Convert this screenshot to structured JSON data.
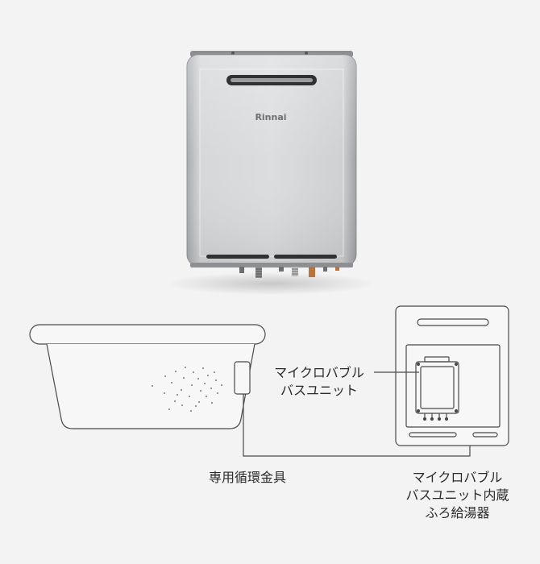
{
  "heater_photo": {
    "brand": "Rinnai"
  },
  "labels": {
    "microbubble_unit": [
      "マイクロバブル",
      "バスユニット"
    ],
    "circulation_fitting": "専用循環金具",
    "heater_with_unit": [
      "マイクロバブル",
      "バスユニット内蔵",
      "ふろ給湯器"
    ]
  },
  "colors": {
    "background": "#f3f3f3",
    "line": "#4a4a4a",
    "text": "#2a2a2a",
    "heater_body": "#c9cacc"
  }
}
